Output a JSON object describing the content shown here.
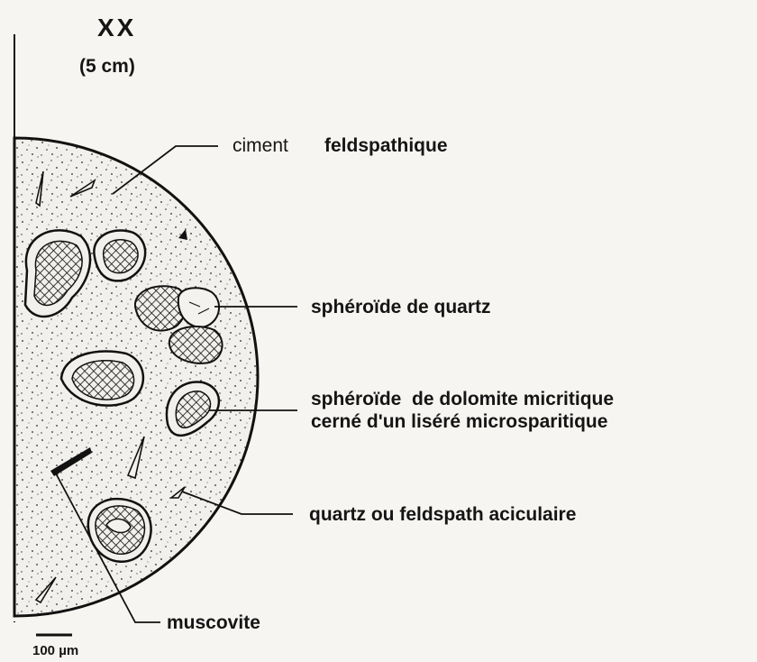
{
  "header": {
    "sample_id": "XX",
    "depth": "(5 cm)"
  },
  "labels": {
    "ciment_a": "ciment",
    "ciment_b": "feldspathique",
    "quartz_spheroid": "sphéroïde de quartz",
    "dolomite_line1": "sphéroïde  de dolomite micritique",
    "dolomite_line2": "cerné d'un liséré microsparitique",
    "acicular": "quartz ou feldspath aciculaire",
    "muscovite": "muscovite"
  },
  "scale_bar": {
    "label": "100 µm"
  },
  "colors": {
    "ink": "#151515",
    "paper": "#f7f5f1"
  }
}
